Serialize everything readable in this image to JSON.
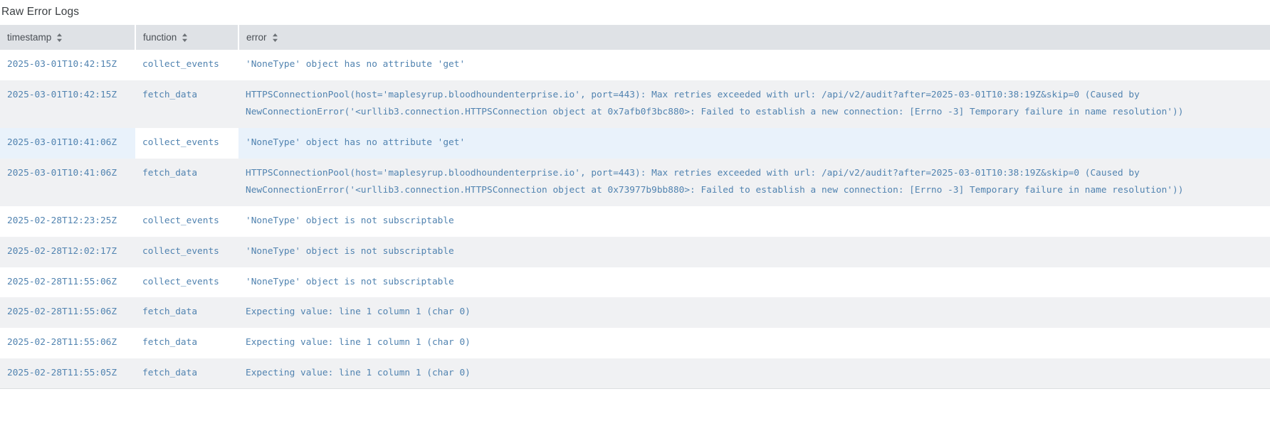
{
  "panel": {
    "title": "Raw Error Logs"
  },
  "table": {
    "columns": [
      {
        "key": "timestamp",
        "label": "timestamp",
        "sort_icon": "sort-updown-icon"
      },
      {
        "key": "function",
        "label": "function",
        "sort_icon": "sort-updown-icon"
      },
      {
        "key": "error",
        "label": "error",
        "sort_icon": "sort-updown-icon"
      }
    ],
    "rows": [
      {
        "timestamp": "2025-03-01T10:42:15Z",
        "function": "collect_events",
        "error": "'NoneType' object has no attribute 'get'",
        "zebra": "even",
        "highlighted": false
      },
      {
        "timestamp": "2025-03-01T10:42:15Z",
        "function": "fetch_data",
        "error": "HTTPSConnectionPool(host='maplesyrup.bloodhoundenterprise.io', port=443): Max retries exceeded with url: /api/v2/audit?after=2025-03-01T10:38:19Z&skip=0 (Caused by NewConnectionError('<urllib3.connection.HTTPSConnection object at 0x7afb0f3bc880>: Failed to establish a new connection: [Errno -3] Temporary failure in name resolution'))",
        "zebra": "odd",
        "highlighted": false
      },
      {
        "timestamp": "2025-03-01T10:41:06Z",
        "function": "collect_events",
        "error": "'NoneType' object has no attribute 'get'",
        "zebra": "even",
        "highlighted": true
      },
      {
        "timestamp": "2025-03-01T10:41:06Z",
        "function": "fetch_data",
        "error": "HTTPSConnectionPool(host='maplesyrup.bloodhoundenterprise.io', port=443): Max retries exceeded with url: /api/v2/audit?after=2025-03-01T10:38:19Z&skip=0 (Caused by NewConnectionError('<urllib3.connection.HTTPSConnection object at 0x73977b9bb880>: Failed to establish a new connection: [Errno -3] Temporary failure in name resolution'))",
        "zebra": "odd",
        "highlighted": false
      },
      {
        "timestamp": "2025-02-28T12:23:25Z",
        "function": "collect_events",
        "error": "'NoneType' object is not subscriptable",
        "zebra": "even",
        "highlighted": false
      },
      {
        "timestamp": "2025-02-28T12:02:17Z",
        "function": "collect_events",
        "error": "'NoneType' object is not subscriptable",
        "zebra": "odd",
        "highlighted": false
      },
      {
        "timestamp": "2025-02-28T11:55:06Z",
        "function": "collect_events",
        "error": "'NoneType' object is not subscriptable",
        "zebra": "even",
        "highlighted": false
      },
      {
        "timestamp": "2025-02-28T11:55:06Z",
        "function": "fetch_data",
        "error": "Expecting value: line 1 column 1 (char 0)",
        "zebra": "odd",
        "highlighted": false
      },
      {
        "timestamp": "2025-02-28T11:55:06Z",
        "function": "fetch_data",
        "error": "Expecting value: line 1 column 1 (char 0)",
        "zebra": "even",
        "highlighted": false
      },
      {
        "timestamp": "2025-02-28T11:55:05Z",
        "function": "fetch_data",
        "error": "Expecting value: line 1 column 1 (char 0)",
        "zebra": "odd",
        "highlighted": false
      }
    ]
  },
  "colors": {
    "header_bg": "#dfe2e6",
    "cell_text": "#5183b0",
    "zebra_odd": "#f0f1f3",
    "row_highlight": "#e9f2fb",
    "title_text": "#3c4043"
  }
}
